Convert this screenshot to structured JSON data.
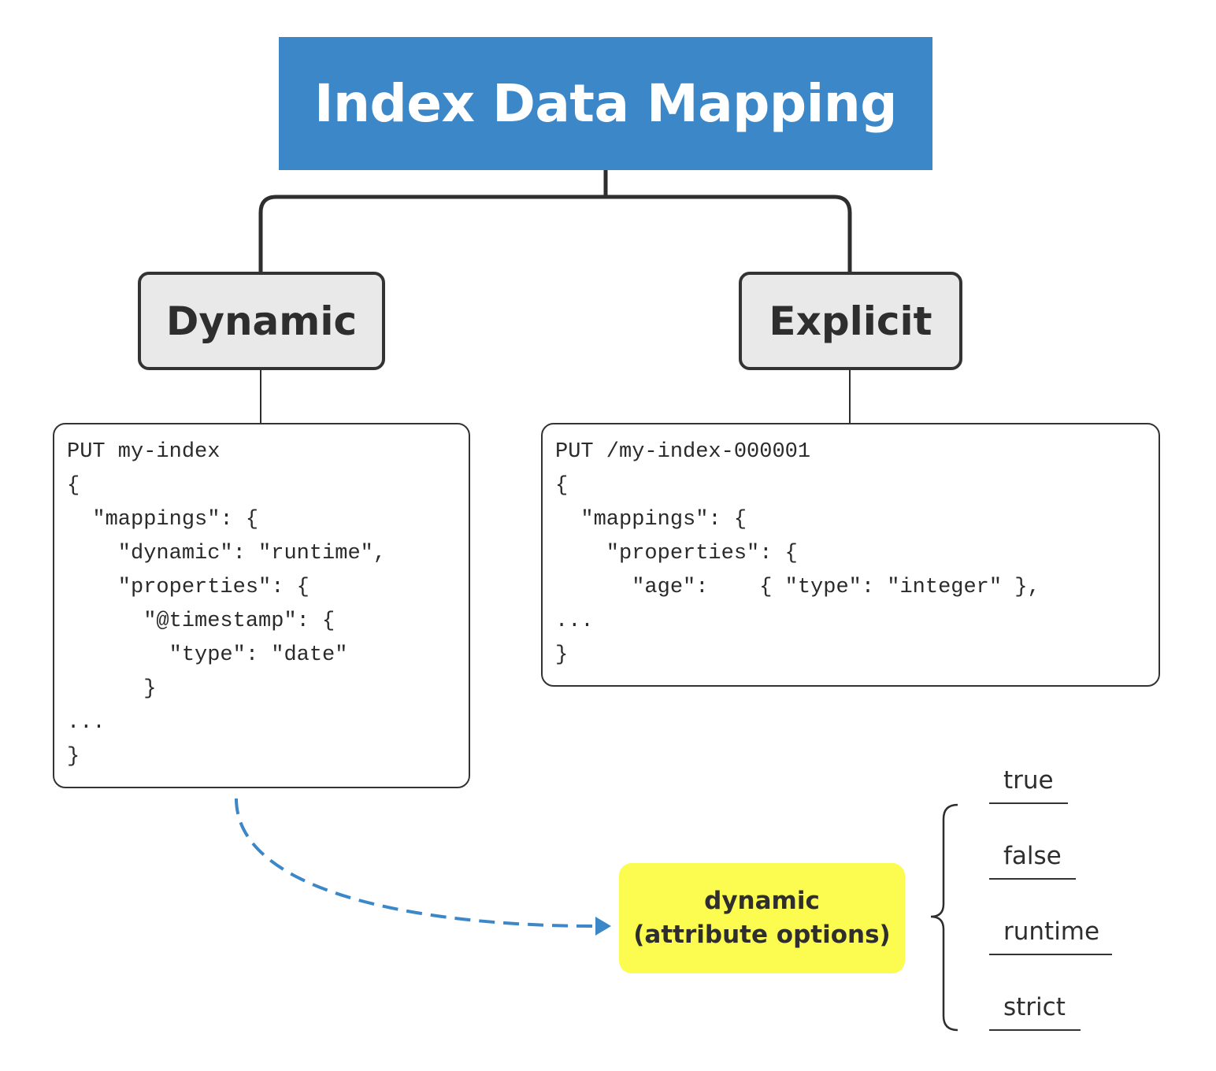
{
  "title": "Index Data Mapping",
  "branches": {
    "dynamic": {
      "label": "Dynamic",
      "code": [
        "PUT my-index",
        "{",
        "  \"mappings\": {",
        "    \"dynamic\": \"runtime\",",
        "    \"properties\": {",
        "      \"@timestamp\": {",
        "        \"type\": \"date\"",
        "      }",
        "...",
        "}"
      ]
    },
    "explicit": {
      "label": "Explicit",
      "code": [
        "PUT /my-index-000001",
        "{",
        "  \"mappings\": {",
        "    \"properties\": {",
        "      \"age\":    { \"type\": \"integer\" },",
        "...",
        "}"
      ]
    }
  },
  "attribute": {
    "line1": "dynamic",
    "line2": "(attribute options)"
  },
  "options": [
    "true",
    "false",
    "runtime",
    "strict"
  ],
  "colors": {
    "title_bg": "#3b87c8",
    "node_bg": "#e9e9e9",
    "attribute_bg": "#fcfc50",
    "arrow": "#3b87c8"
  }
}
